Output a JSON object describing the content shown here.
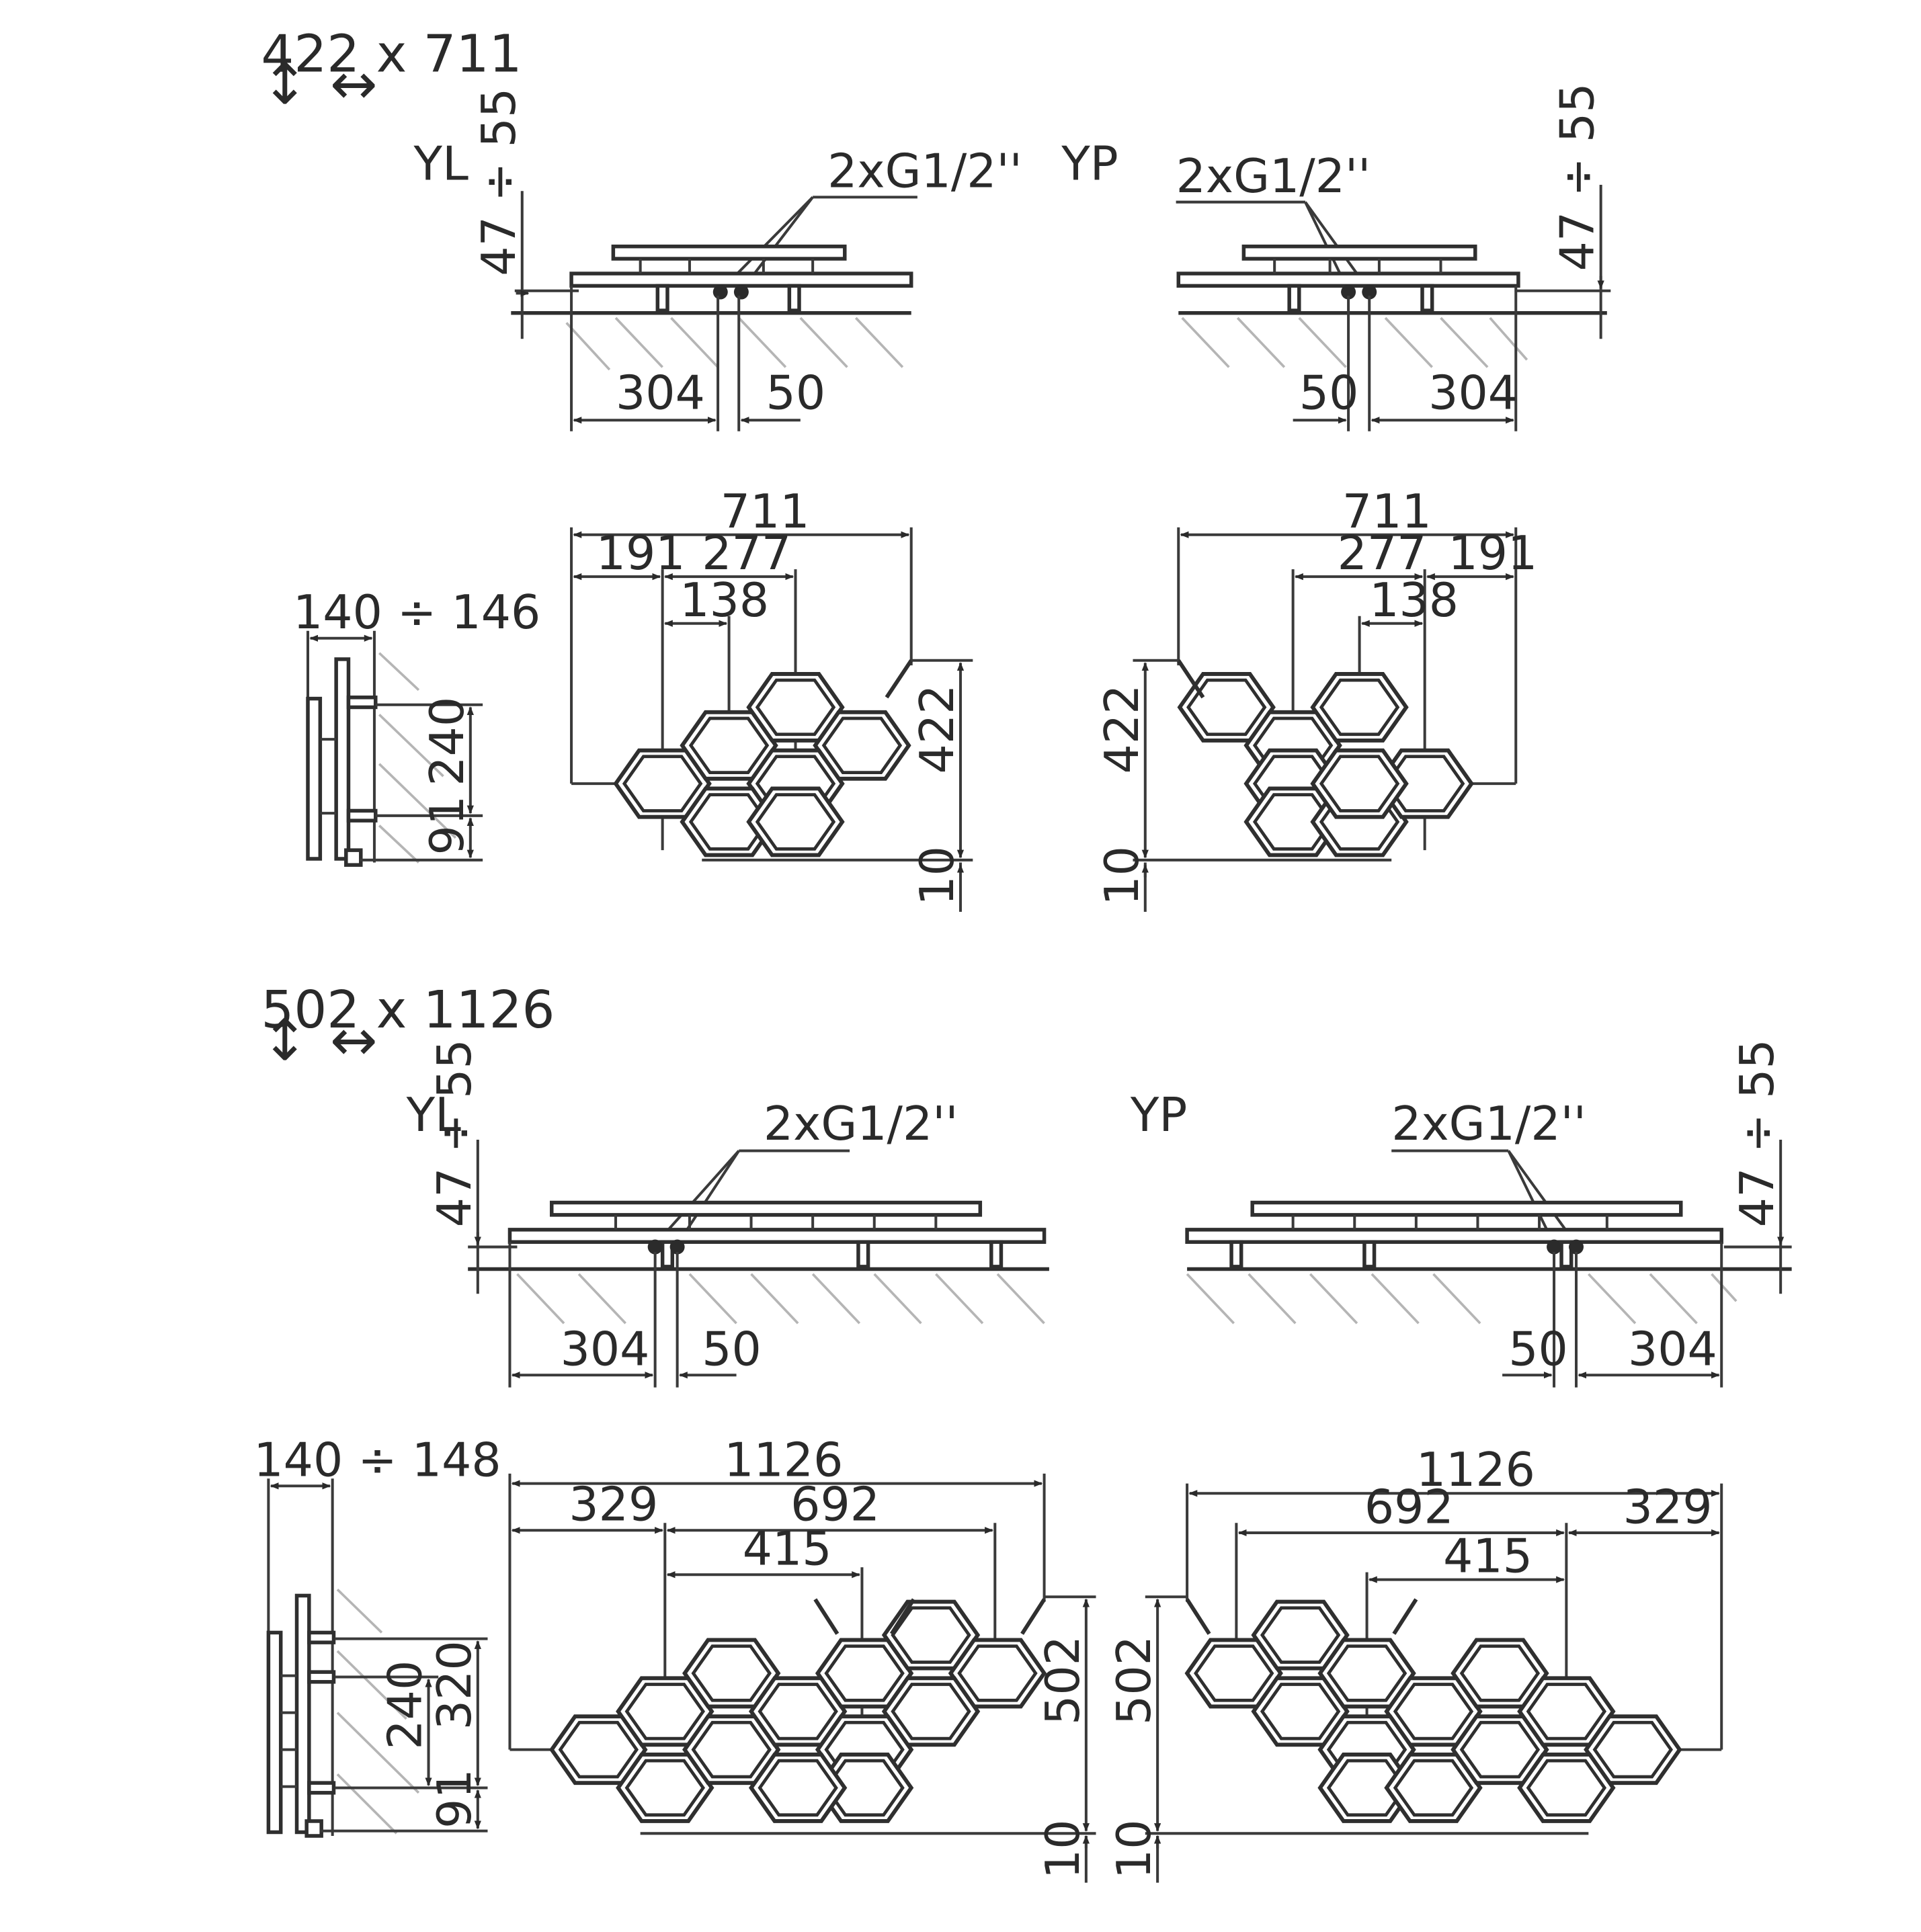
{
  "sections": [
    {
      "size_label": "422 x 711",
      "height_arrow": "↕",
      "width_arrow": "↔",
      "yl_label": "YL",
      "yp_label": "YP",
      "connection": "2xG1/2''",
      "wall_gap": "47 ÷ 55",
      "top_dims": {
        "pipe_offset": "304",
        "pipe_spacing": "50"
      },
      "front_dims": {
        "total_width": "711",
        "left_offset": "191",
        "middle": "277",
        "small": "138",
        "height": "422",
        "bottom": "10"
      },
      "side_dims": {
        "depth": "140 ÷ 146",
        "bracket_spacing": "240",
        "bracket_bottom": "91"
      }
    },
    {
      "size_label": "502 x 1126",
      "height_arrow": "↕",
      "width_arrow": "↔",
      "yl_label": "YL",
      "yp_label": "YP",
      "connection": "2xG1/2''",
      "wall_gap": "47 ÷ 55",
      "top_dims": {
        "pipe_offset": "304",
        "pipe_spacing": "50"
      },
      "front_dims": {
        "total_width": "1126",
        "left_offset": "329",
        "middle": "692",
        "small": "415",
        "height": "502",
        "bottom": "10"
      },
      "side_dims": {
        "depth": "140 ÷ 148",
        "bracket_spacing_a": "240",
        "bracket_spacing_b": "320",
        "bracket_bottom": "91"
      }
    }
  ]
}
